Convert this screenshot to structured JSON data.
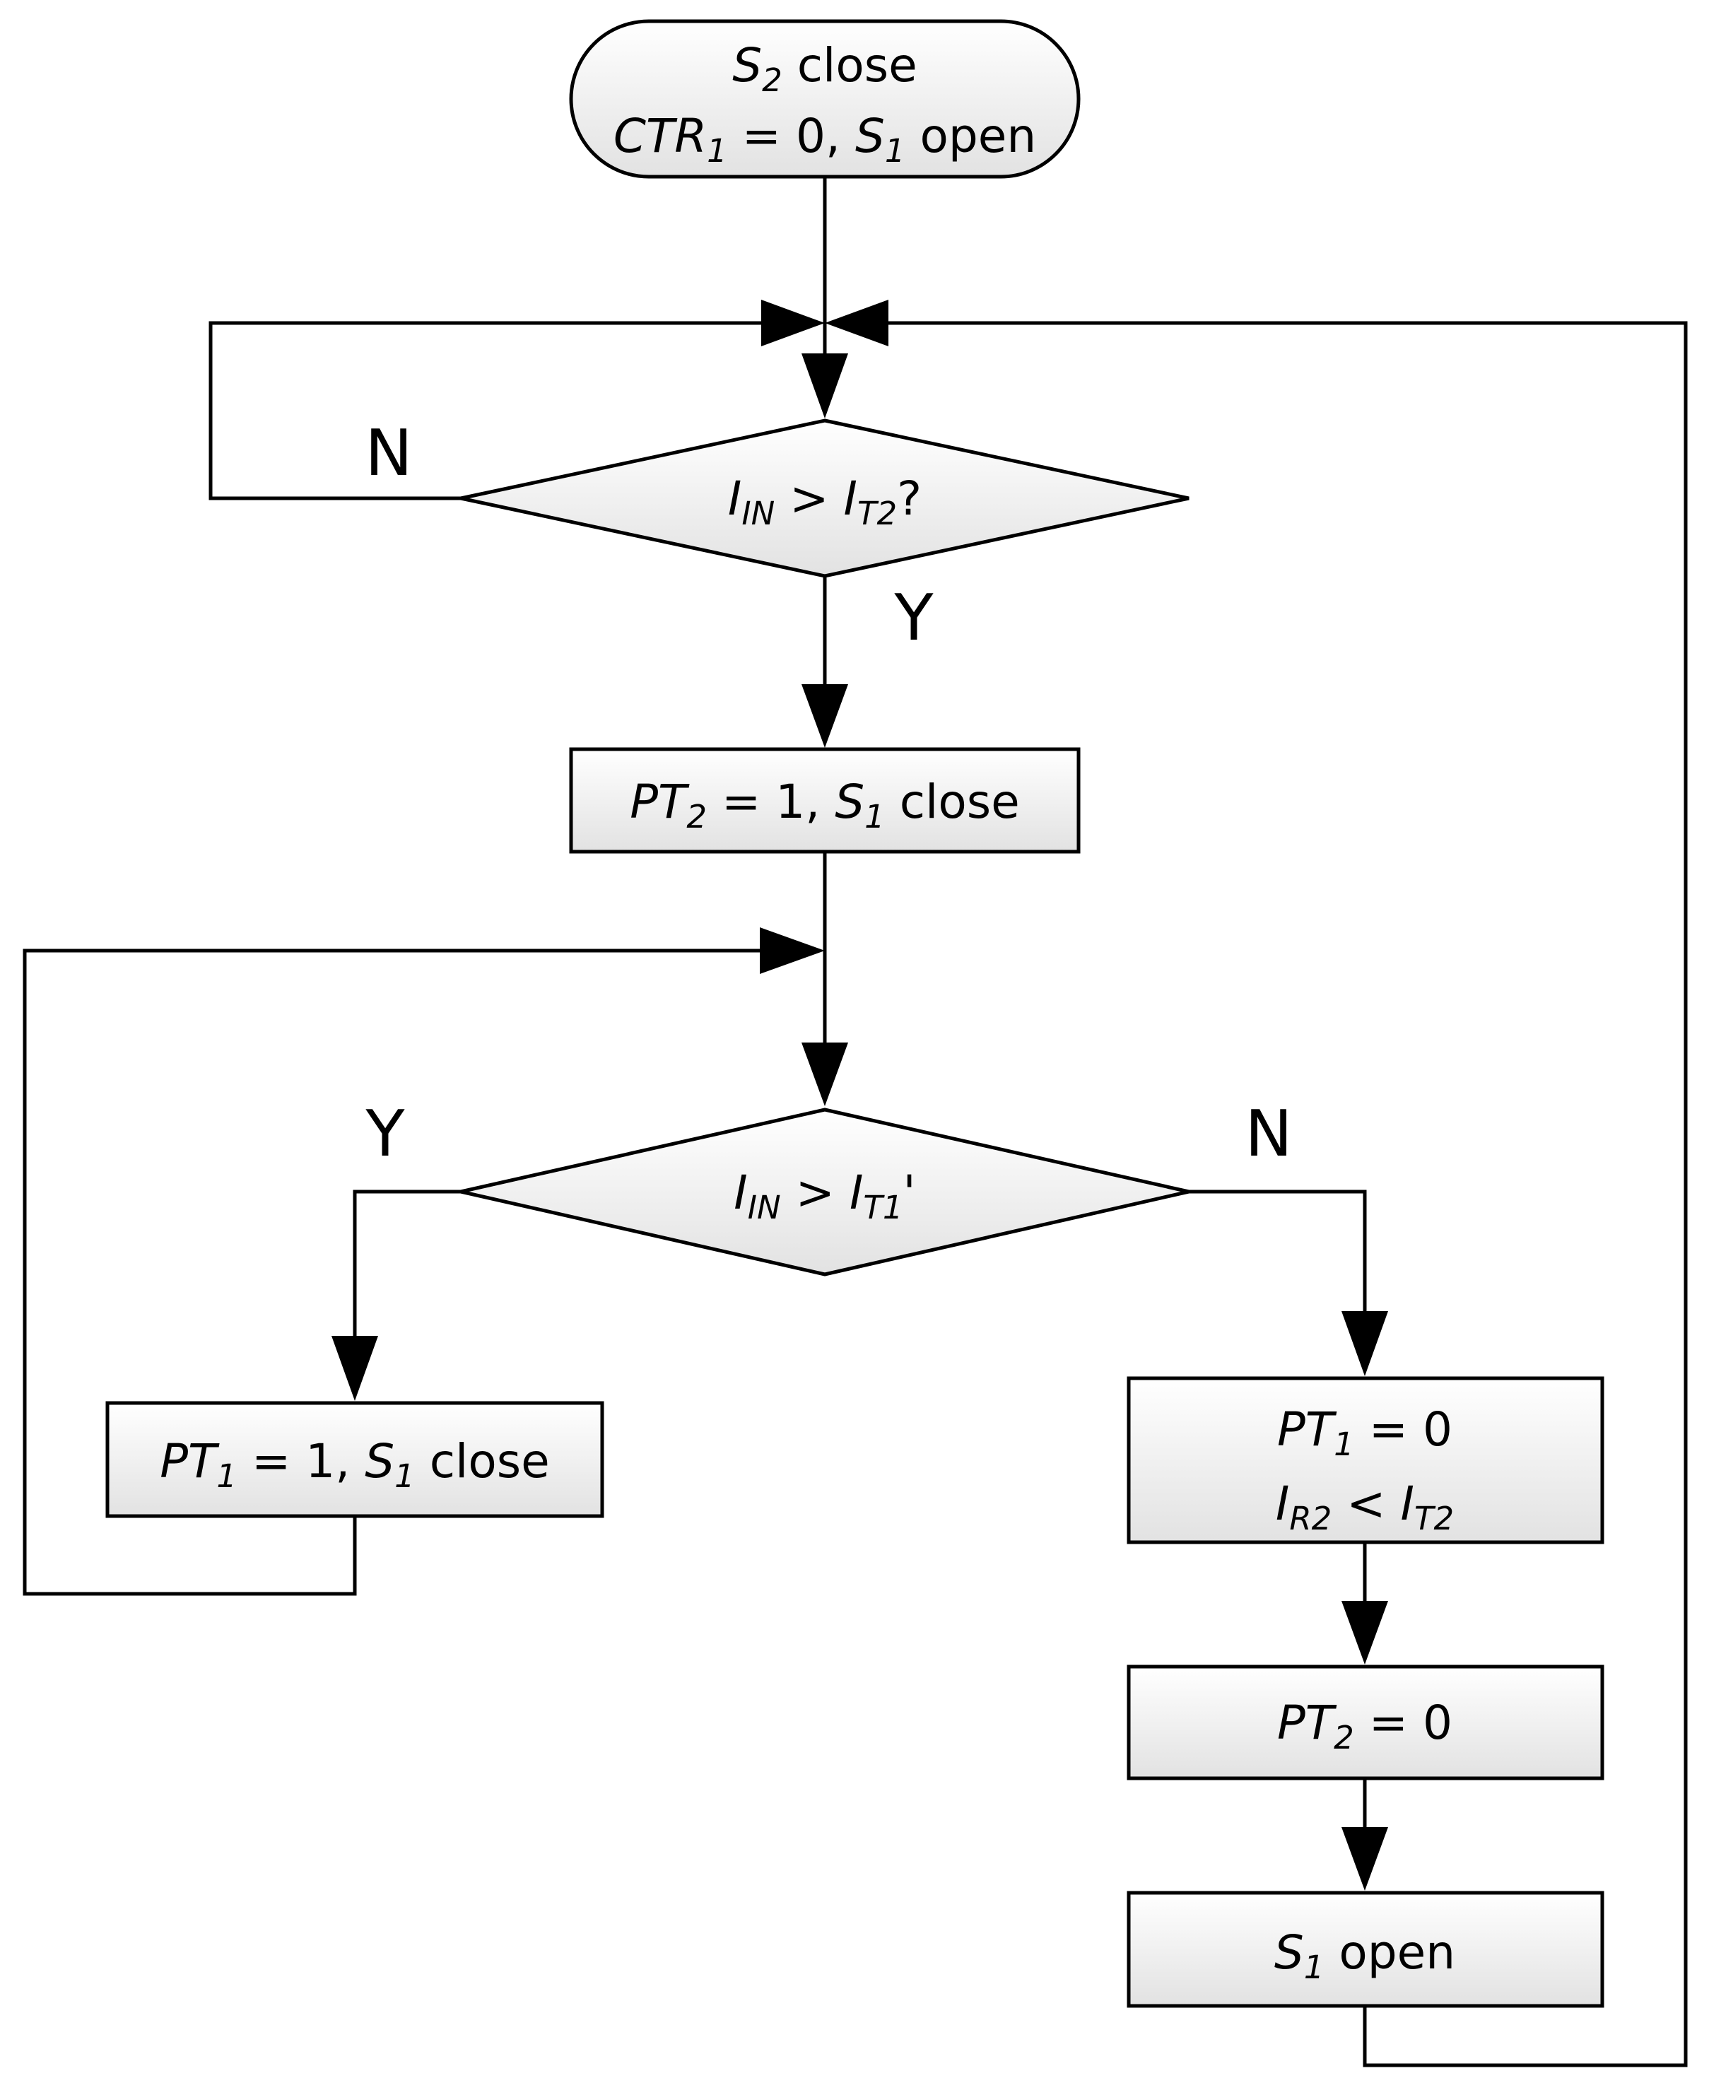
{
  "diagram": {
    "start": {
      "line1": {
        "s_main": "S",
        "s_sub": "2",
        "rest": " close"
      },
      "line2": {
        "ctr_main": "CTR",
        "ctr_sub": "1",
        "mid": " = 0, ",
        "s_main": "S",
        "s_sub": "1",
        "rest": " open"
      }
    },
    "decision1": {
      "i_main": "I",
      "i_sub": "IN",
      "op": " > ",
      "t_main": "I",
      "t_sub": "T2",
      "rest": "?"
    },
    "decision1_no": "N",
    "decision1_yes": "Y",
    "box_pt2": {
      "pt_main": "PT",
      "pt_sub": "2",
      "mid": " = 1, ",
      "s_main": "S",
      "s_sub": "1",
      "rest": " close"
    },
    "decision2": {
      "i_main": "I",
      "i_sub": "IN",
      "op": " > ",
      "t_main": "I",
      "t_sub": "T1",
      "rest": "'"
    },
    "decision2_yes": "Y",
    "decision2_no": "N",
    "box_pt1_close": {
      "pt_main": "PT",
      "pt_sub": "1",
      "mid": " = 1, ",
      "s_main": "S",
      "s_sub": "1",
      "rest": " close"
    },
    "box_pt1_zero": {
      "line1": {
        "pt_main": "PT",
        "pt_sub": "1",
        "rest": " = 0"
      },
      "line2": {
        "r_main": "I",
        "r_sub": "R2",
        "op": " < ",
        "t_main": "I",
        "t_sub": "T2"
      }
    },
    "box_pt2_zero": {
      "pt_main": "PT",
      "pt_sub": "2",
      "rest": " = 0"
    },
    "box_s1_open": {
      "s_main": "S",
      "s_sub": "1",
      "rest": " open"
    }
  },
  "colors": {
    "fill_light": "#ffffff",
    "fill_dark": "#e6e6e6",
    "stroke": "#000000"
  }
}
